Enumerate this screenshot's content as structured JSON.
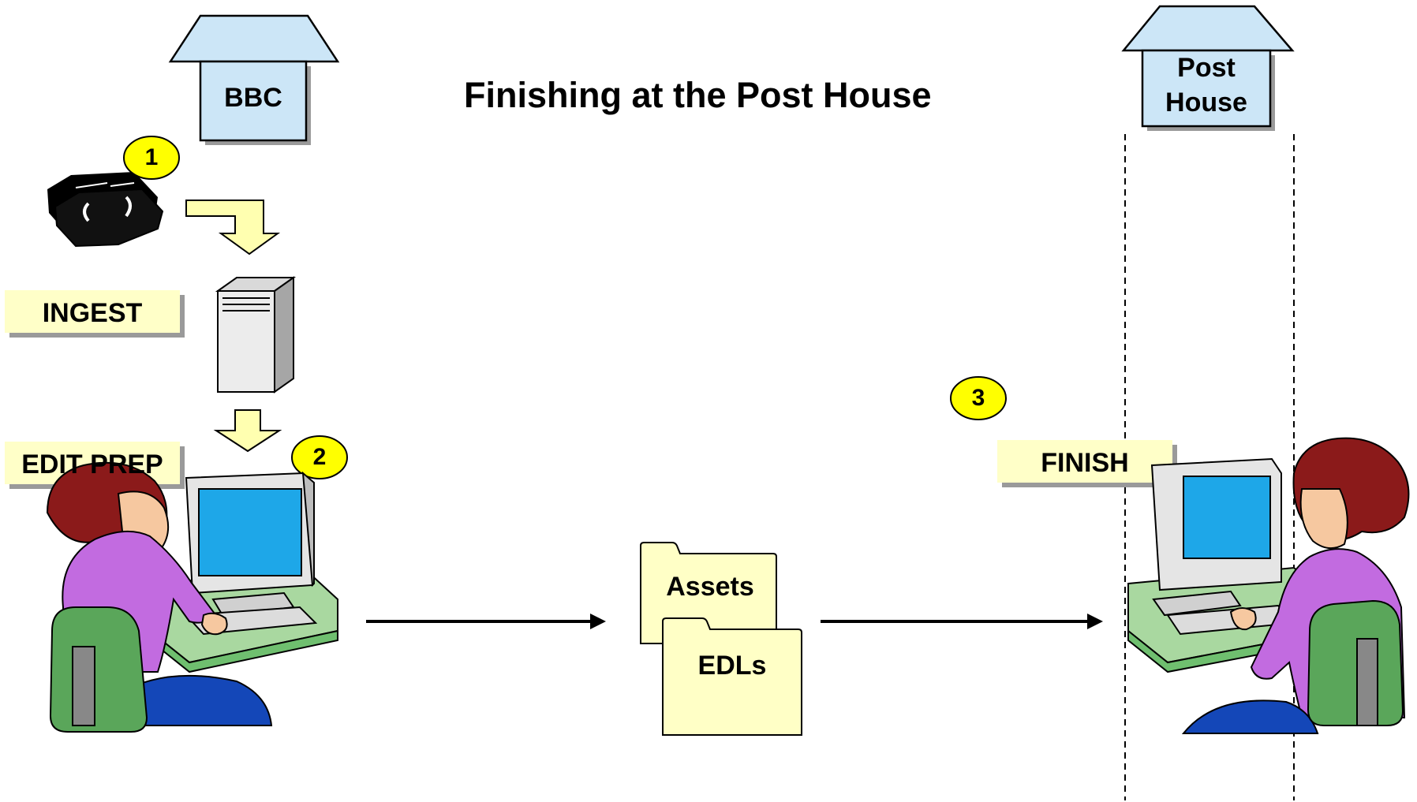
{
  "title": "Finishing at the Post House",
  "locations": {
    "bbc": "BBC",
    "post_house_line1": "Post",
    "post_house_line2": "House"
  },
  "stages": {
    "ingest": "INGEST",
    "edit_prep": "EDIT PREP",
    "finish": "FINISH"
  },
  "steps": [
    "1",
    "2",
    "3"
  ],
  "folders": {
    "assets": "Assets",
    "edls": "EDLs"
  },
  "colors": {
    "house_fill": "#cce6f7",
    "label_fill": "#ffffc8",
    "badge_fill": "#ffff00",
    "folder_fill": "#ffffc6",
    "arrow_fill": "#ffffb0",
    "shadow": "#9a9a9a"
  }
}
